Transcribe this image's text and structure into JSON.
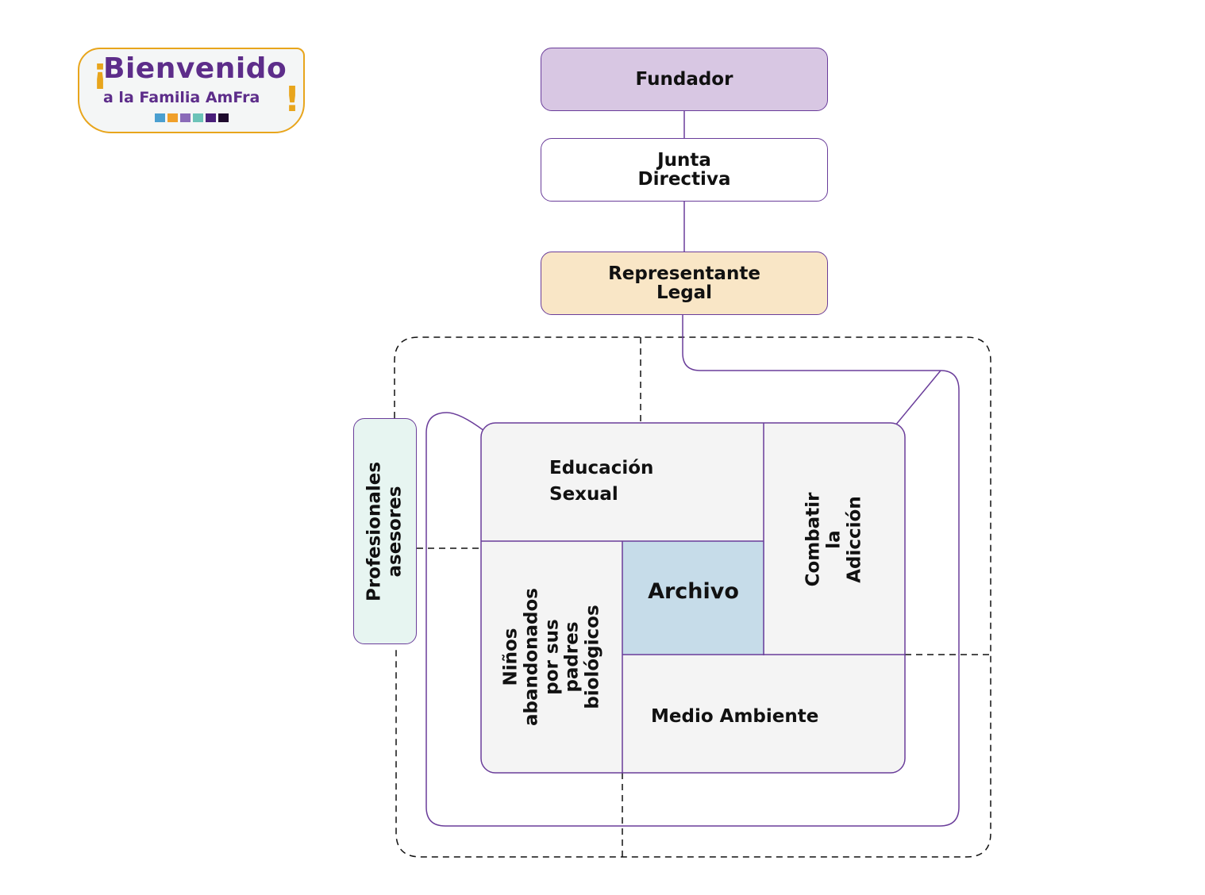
{
  "logo": {
    "exclamation_open": "¡",
    "title": "Bienvenido",
    "subtitle": "a la Familia AmFra",
    "exclamation_close": "!",
    "swatch_colors": [
      "#4a9fd0",
      "#f0a02a",
      "#8a6bb8",
      "#6cc3b8",
      "#4a1f7a",
      "#1f0b2e"
    ]
  },
  "org": {
    "fundador": "Fundador",
    "junta_directiva": "Junta\nDirectiva",
    "representante_legal": "Representante\nLegal",
    "profesionales_asesores": "Profesionales\nasesores"
  },
  "programs": {
    "educacion_sexual": "Educación\nSexual",
    "combatir_adiccion": "Combatir\nla Adicción",
    "ninos_abandonados": "Niños abandonados\npor sus padres\nbiológicos",
    "archivo": "Archivo",
    "medio_ambiente": "Medio Ambiente"
  },
  "colors": {
    "border_purple": "#6a3d9a",
    "fundador_fill": "#d8c7e3",
    "representante_fill": "#f9e6c6",
    "profesionales_fill": "#e7f5f1",
    "archivo_fill": "#c6dce9",
    "cell_fill": "#f4f4f4",
    "logo_accent": "#e8a51c",
    "logo_text": "#5d2d8a"
  }
}
